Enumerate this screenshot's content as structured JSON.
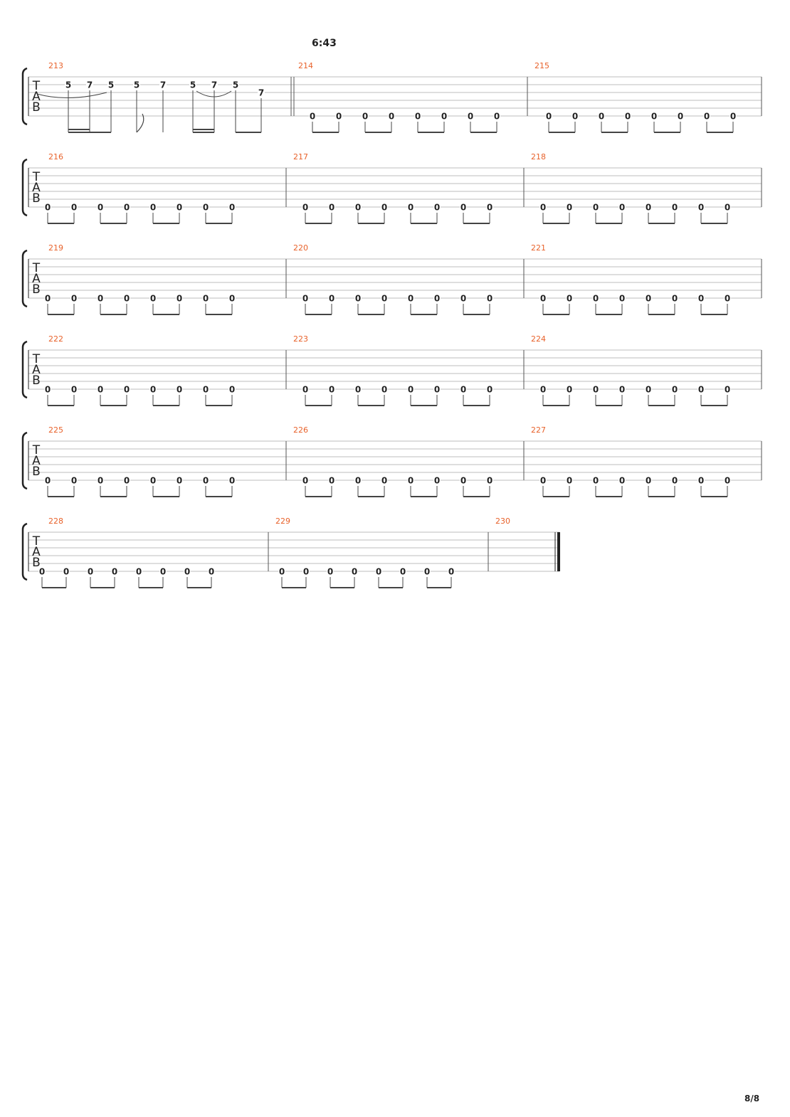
{
  "time_marker": "6:43",
  "page_number": "8/8",
  "tab_letters": [
    "T",
    "A",
    "B"
  ],
  "colors": {
    "measure_number": "#e8622b",
    "staff_line": "#bdbdbd",
    "ink": "#222222"
  },
  "rows": [
    {
      "measures": [
        {
          "number": "213",
          "notes": [
            {
              "fret": "5",
              "string": 2
            },
            {
              "fret": "7",
              "string": 2
            },
            {
              "fret": "5",
              "string": 2
            },
            {
              "fret": "5",
              "string": 2
            },
            {
              "fret": "7",
              "string": 2
            },
            {
              "fret": "5",
              "string": 2
            },
            {
              "fret": "7",
              "string": 2
            },
            {
              "fret": "5",
              "string": 2
            },
            {
              "fret": "7",
              "string": 3
            }
          ]
        },
        {
          "number": "214",
          "notes": [
            {
              "fret": "0",
              "string": 6
            },
            {
              "fret": "0",
              "string": 6
            },
            {
              "fret": "0",
              "string": 6
            },
            {
              "fret": "0",
              "string": 6
            },
            {
              "fret": "0",
              "string": 6
            },
            {
              "fret": "0",
              "string": 6
            },
            {
              "fret": "0",
              "string": 6
            },
            {
              "fret": "0",
              "string": 6
            }
          ]
        },
        {
          "number": "215",
          "notes": [
            {
              "fret": "0",
              "string": 6
            },
            {
              "fret": "0",
              "string": 6
            },
            {
              "fret": "0",
              "string": 6
            },
            {
              "fret": "0",
              "string": 6
            },
            {
              "fret": "0",
              "string": 6
            },
            {
              "fret": "0",
              "string": 6
            },
            {
              "fret": "0",
              "string": 6
            },
            {
              "fret": "0",
              "string": 6
            }
          ]
        }
      ]
    },
    {
      "measures": [
        {
          "number": "216",
          "notes": [
            {
              "fret": "0",
              "string": 6
            },
            {
              "fret": "0",
              "string": 6
            },
            {
              "fret": "0",
              "string": 6
            },
            {
              "fret": "0",
              "string": 6
            },
            {
              "fret": "0",
              "string": 6
            },
            {
              "fret": "0",
              "string": 6
            },
            {
              "fret": "0",
              "string": 6
            },
            {
              "fret": "0",
              "string": 6
            }
          ]
        },
        {
          "number": "217",
          "notes": [
            {
              "fret": "0",
              "string": 6
            },
            {
              "fret": "0",
              "string": 6
            },
            {
              "fret": "0",
              "string": 6
            },
            {
              "fret": "0",
              "string": 6
            },
            {
              "fret": "0",
              "string": 6
            },
            {
              "fret": "0",
              "string": 6
            },
            {
              "fret": "0",
              "string": 6
            },
            {
              "fret": "0",
              "string": 6
            }
          ]
        },
        {
          "number": "218",
          "notes": [
            {
              "fret": "0",
              "string": 6
            },
            {
              "fret": "0",
              "string": 6
            },
            {
              "fret": "0",
              "string": 6
            },
            {
              "fret": "0",
              "string": 6
            },
            {
              "fret": "0",
              "string": 6
            },
            {
              "fret": "0",
              "string": 6
            },
            {
              "fret": "0",
              "string": 6
            },
            {
              "fret": "0",
              "string": 6
            }
          ]
        }
      ]
    },
    {
      "measures": [
        {
          "number": "219",
          "notes": [
            {
              "fret": "0",
              "string": 6
            },
            {
              "fret": "0",
              "string": 6
            },
            {
              "fret": "0",
              "string": 6
            },
            {
              "fret": "0",
              "string": 6
            },
            {
              "fret": "0",
              "string": 6
            },
            {
              "fret": "0",
              "string": 6
            },
            {
              "fret": "0",
              "string": 6
            },
            {
              "fret": "0",
              "string": 6
            }
          ]
        },
        {
          "number": "220",
          "notes": [
            {
              "fret": "0",
              "string": 6
            },
            {
              "fret": "0",
              "string": 6
            },
            {
              "fret": "0",
              "string": 6
            },
            {
              "fret": "0",
              "string": 6
            },
            {
              "fret": "0",
              "string": 6
            },
            {
              "fret": "0",
              "string": 6
            },
            {
              "fret": "0",
              "string": 6
            },
            {
              "fret": "0",
              "string": 6
            }
          ]
        },
        {
          "number": "221",
          "notes": [
            {
              "fret": "0",
              "string": 6
            },
            {
              "fret": "0",
              "string": 6
            },
            {
              "fret": "0",
              "string": 6
            },
            {
              "fret": "0",
              "string": 6
            },
            {
              "fret": "0",
              "string": 6
            },
            {
              "fret": "0",
              "string": 6
            },
            {
              "fret": "0",
              "string": 6
            },
            {
              "fret": "0",
              "string": 6
            }
          ]
        }
      ]
    },
    {
      "measures": [
        {
          "number": "222",
          "notes": [
            {
              "fret": "0",
              "string": 6
            },
            {
              "fret": "0",
              "string": 6
            },
            {
              "fret": "0",
              "string": 6
            },
            {
              "fret": "0",
              "string": 6
            },
            {
              "fret": "0",
              "string": 6
            },
            {
              "fret": "0",
              "string": 6
            },
            {
              "fret": "0",
              "string": 6
            },
            {
              "fret": "0",
              "string": 6
            }
          ]
        },
        {
          "number": "223",
          "notes": [
            {
              "fret": "0",
              "string": 6
            },
            {
              "fret": "0",
              "string": 6
            },
            {
              "fret": "0",
              "string": 6
            },
            {
              "fret": "0",
              "string": 6
            },
            {
              "fret": "0",
              "string": 6
            },
            {
              "fret": "0",
              "string": 6
            },
            {
              "fret": "0",
              "string": 6
            },
            {
              "fret": "0",
              "string": 6
            }
          ]
        },
        {
          "number": "224",
          "notes": [
            {
              "fret": "0",
              "string": 6
            },
            {
              "fret": "0",
              "string": 6
            },
            {
              "fret": "0",
              "string": 6
            },
            {
              "fret": "0",
              "string": 6
            },
            {
              "fret": "0",
              "string": 6
            },
            {
              "fret": "0",
              "string": 6
            },
            {
              "fret": "0",
              "string": 6
            },
            {
              "fret": "0",
              "string": 6
            }
          ]
        }
      ]
    },
    {
      "measures": [
        {
          "number": "225",
          "notes": [
            {
              "fret": "0",
              "string": 6
            },
            {
              "fret": "0",
              "string": 6
            },
            {
              "fret": "0",
              "string": 6
            },
            {
              "fret": "0",
              "string": 6
            },
            {
              "fret": "0",
              "string": 6
            },
            {
              "fret": "0",
              "string": 6
            },
            {
              "fret": "0",
              "string": 6
            },
            {
              "fret": "0",
              "string": 6
            }
          ]
        },
        {
          "number": "226",
          "notes": [
            {
              "fret": "0",
              "string": 6
            },
            {
              "fret": "0",
              "string": 6
            },
            {
              "fret": "0",
              "string": 6
            },
            {
              "fret": "0",
              "string": 6
            },
            {
              "fret": "0",
              "string": 6
            },
            {
              "fret": "0",
              "string": 6
            },
            {
              "fret": "0",
              "string": 6
            },
            {
              "fret": "0",
              "string": 6
            }
          ]
        },
        {
          "number": "227",
          "notes": [
            {
              "fret": "0",
              "string": 6
            },
            {
              "fret": "0",
              "string": 6
            },
            {
              "fret": "0",
              "string": 6
            },
            {
              "fret": "0",
              "string": 6
            },
            {
              "fret": "0",
              "string": 6
            },
            {
              "fret": "0",
              "string": 6
            },
            {
              "fret": "0",
              "string": 6
            },
            {
              "fret": "0",
              "string": 6
            }
          ]
        }
      ]
    },
    {
      "measures": [
        {
          "number": "228",
          "notes": [
            {
              "fret": "0",
              "string": 6
            },
            {
              "fret": "0",
              "string": 6
            },
            {
              "fret": "0",
              "string": 6
            },
            {
              "fret": "0",
              "string": 6
            },
            {
              "fret": "0",
              "string": 6
            },
            {
              "fret": "0",
              "string": 6
            },
            {
              "fret": "0",
              "string": 6
            },
            {
              "fret": "0",
              "string": 6
            }
          ]
        },
        {
          "number": "229",
          "notes": [
            {
              "fret": "0",
              "string": 6
            },
            {
              "fret": "0",
              "string": 6
            },
            {
              "fret": "0",
              "string": 6
            },
            {
              "fret": "0",
              "string": 6
            },
            {
              "fret": "0",
              "string": 6
            },
            {
              "fret": "0",
              "string": 6
            },
            {
              "fret": "0",
              "string": 6
            },
            {
              "fret": "0",
              "string": 6
            }
          ]
        },
        {
          "number": "230",
          "notes": []
        }
      ]
    }
  ]
}
